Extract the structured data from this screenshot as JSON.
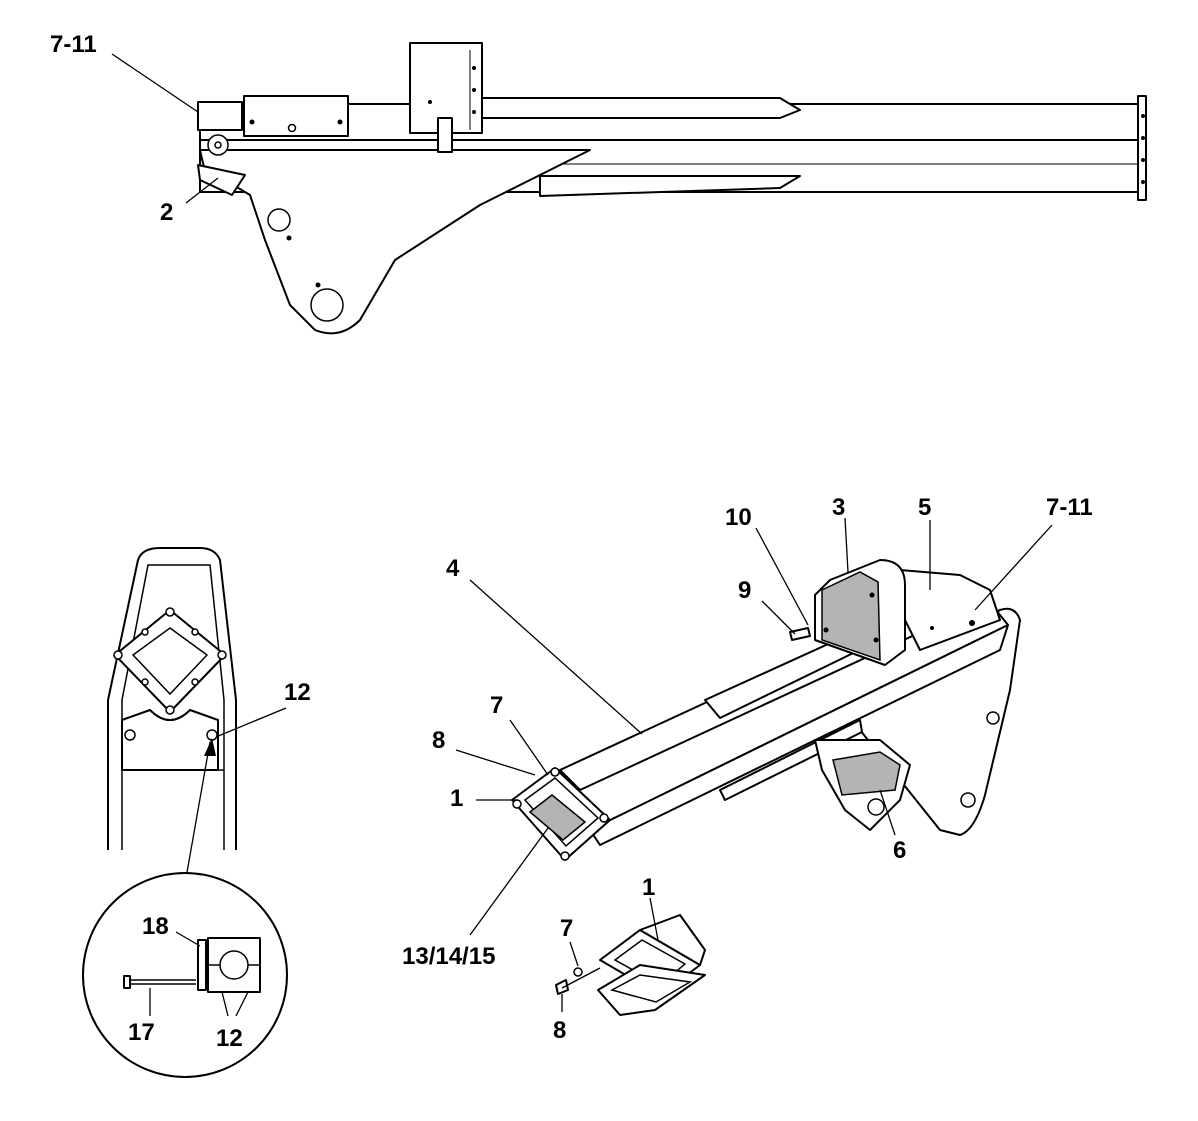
{
  "callouts": {
    "side_7_11": "7-11",
    "side_2": "2",
    "end_12_top": "12",
    "detail_18": "18",
    "detail_17": "17",
    "detail_12": "12",
    "iso_10": "10",
    "iso_9": "9",
    "iso_3": "3",
    "iso_5": "5",
    "iso_7_11": "7-11",
    "iso_4": "4",
    "iso_7": "7",
    "iso_8": "8",
    "iso_1": "1",
    "iso_6": "6",
    "iso_13_14_15": "13/14/15",
    "exploded_1": "1",
    "exploded_7": "7",
    "exploded_8": "8"
  },
  "colors": {
    "line": "#000000",
    "shaded_part": "#b4b4b4",
    "background": "#ffffff"
  }
}
